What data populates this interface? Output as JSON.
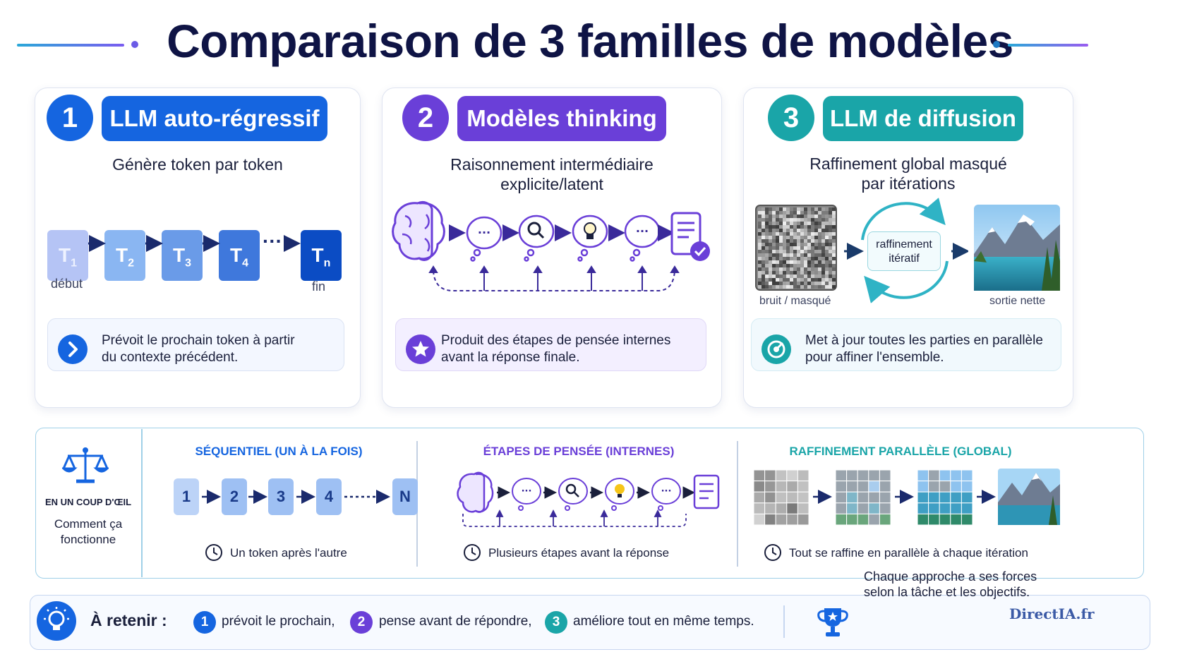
{
  "title": "Comparaison de 3 familles de modèles",
  "colors": {
    "blue": "#1565e0",
    "purple": "#6a3fd8",
    "teal": "#1aa5a8",
    "navy": "#0f1445"
  },
  "cards": [
    {
      "number": "1",
      "title": "LLM auto-régressif",
      "subtitle_lines": [
        "Génère token par token"
      ],
      "tokens": [
        {
          "base": "T",
          "sub": "1"
        },
        {
          "base": "T",
          "sub": "2"
        },
        {
          "base": "T",
          "sub": "3"
        },
        {
          "base": "T",
          "sub": "4"
        },
        {
          "base": "T",
          "sub": "n"
        }
      ],
      "start_label": "début",
      "end_label": "fin",
      "ellipsis": "···",
      "description_lines": [
        "Prévoit le prochain token à partir",
        "du contexte précédent."
      ]
    },
    {
      "number": "2",
      "title": "Modèles thinking",
      "subtitle_lines": [
        "Raisonnement intermédiaire",
        "explicite/latent"
      ],
      "bubble_ellipsis": "···",
      "description_lines": [
        "Produit des étapes de pensée internes",
        "avant la réponse finale."
      ]
    },
    {
      "number": "3",
      "title": "LLM de diffusion",
      "subtitle_lines": [
        "Raffinement global masqué",
        "par itérations"
      ],
      "center_label_lines": [
        "raffinement",
        "itératif"
      ],
      "noise_label": "bruit / masqué",
      "output_label": "sortie nette",
      "description_lines": [
        "Met à jour toutes les parties en parallèle",
        "pour affiner l'ensemble."
      ]
    }
  ],
  "glance": {
    "heading": "EN UN COUP D'ŒIL",
    "subheading_lines": [
      "Comment ça",
      "fonctionne"
    ],
    "sections": [
      {
        "title": "SÉQUENTIEL (UN À LA FOIS)",
        "boxes": [
          "1",
          "2",
          "3",
          "4",
          "N"
        ],
        "caption": "Un token après l'autre"
      },
      {
        "title": "ÉTAPES DE PENSÉE (INTERNES)",
        "caption": "Plusieurs étapes avant la réponse"
      },
      {
        "title": "RAFFINEMENT PARALLÈLE (GLOBAL)",
        "caption": "Tout se raffine en parallèle à chaque itération"
      }
    ]
  },
  "takeaway": {
    "label": "À retenir :",
    "items": [
      {
        "number": "1",
        "text": "prévoit le prochain,"
      },
      {
        "number": "2",
        "text": "pense avant de répondre,"
      },
      {
        "number": "3",
        "text": "améliore tout en même temps."
      }
    ],
    "note_lines": [
      "Chaque approche a ses forces",
      "selon la tâche et les objectifs."
    ]
  },
  "watermark": "DirectIA.fr"
}
